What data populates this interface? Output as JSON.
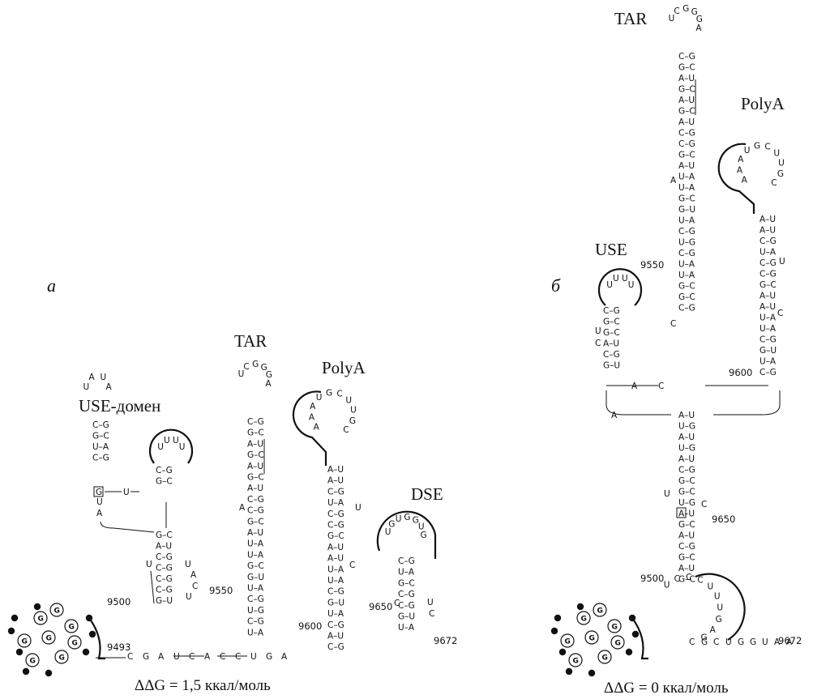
{
  "panels": [
    {
      "id": "a",
      "panel_label": "а",
      "labels": {
        "use": "USE-домен",
        "tar": "TAR",
        "polya": "PolyA",
        "dse": "DSE"
      },
      "positions": [
        "9493",
        "9500",
        "9550",
        "9600",
        "9650",
        "9672"
      ],
      "free_energy": "ΔΔG = 1,5 ккал/моль",
      "stems": {
        "use_hairpin": [
          "C–G",
          "G–C",
          "U–A",
          "C–G"
        ],
        "use_loop": [
          "U",
          "A",
          "U",
          "A"
        ],
        "use_small_loop": [
          "U",
          "U",
          "U",
          "U"
        ],
        "use_small_stem": [
          "C–G",
          "G–C"
        ],
        "use_lower": [
          "G–C",
          "A–U",
          "C–G",
          "C–G",
          "C–G",
          "C–G",
          "G–U"
        ],
        "tar_loop": [
          "U",
          "C",
          "G",
          "G",
          "G",
          "A"
        ],
        "tar_stem": [
          "C–G",
          "G–C",
          "A–U",
          "G–C",
          "A–U",
          "G–C",
          "A–U",
          "C–G",
          "C–G",
          "G–C",
          "A–U",
          "U–A",
          "U–A",
          "G–C",
          "G–U",
          "U–A",
          "C–G",
          "U–G",
          "C–G",
          "U–A"
        ],
        "polya_loop": [
          "A",
          "A",
          "A",
          "U",
          "G",
          "C",
          "U",
          "U",
          "G",
          "C"
        ],
        "polya_stem": [
          "A–U",
          "A–U",
          "C–G",
          "U–A",
          "C–G",
          "C–G",
          "G–C",
          "A–U",
          "A–U",
          "U–A",
          "U–A",
          "C–G",
          "G–U",
          "U–A",
          "C–G",
          "A–U",
          "C–G"
        ],
        "dse_loop": [
          "U",
          "G",
          "U",
          "G",
          "G",
          "U",
          "G"
        ],
        "dse_stem": [
          "C–G",
          "U–A",
          "G–C",
          "C–G",
          "C–G",
          "G–U",
          "U–A"
        ]
      },
      "baseline": [
        "C",
        "G",
        "A",
        "U",
        "C",
        "A",
        "C",
        "C",
        "U",
        "G",
        "A"
      ]
    },
    {
      "id": "b",
      "panel_label": "б",
      "labels": {
        "use": "USE",
        "tar": "TAR",
        "polya": "PolyA"
      },
      "positions": [
        "9500",
        "9550",
        "9600",
        "9650",
        "9672"
      ],
      "free_energy": "ΔΔG = 0 ккал/моль",
      "stems": {
        "tar_loop": [
          "U",
          "C",
          "G",
          "G",
          "G",
          "A"
        ],
        "tar_stem": [
          "C–G",
          "G–C",
          "A–U",
          "G–C",
          "A–U",
          "G–C",
          "A–U",
          "C–G",
          "C–G",
          "G–C",
          "A–U",
          "U–A",
          "U–A",
          "G–C",
          "G–U",
          "U–A",
          "C–G",
          "U–G",
          "C–G",
          "U–A",
          "U–A",
          "G–C",
          "G–C",
          "C–G"
        ],
        "polya_loop": [
          "A",
          "A",
          "A",
          "U",
          "G",
          "C",
          "U",
          "U",
          "G",
          "C"
        ],
        "polya_stem": [
          "A–U",
          "A–U",
          "C–G",
          "U–A",
          "C–G",
          "C–G",
          "G–C",
          "A–U",
          "A–U",
          "U–A",
          "U–A",
          "C–G",
          "G–U",
          "U–A",
          "C–G"
        ],
        "use_loop": [
          "U",
          "U",
          "U",
          "U"
        ],
        "use_stem": [
          "C–G",
          "G–C",
          "G–C",
          "A–U",
          "C–G",
          "G–U"
        ],
        "central_stem": [
          "A–U",
          "U–G",
          "A–U",
          "U–G",
          "A–U",
          "C–G",
          "G–C",
          "G–C",
          "U–G",
          "A–U",
          "G–C",
          "A–U",
          "C–G",
          "G–C",
          "A–U",
          "G–C"
        ],
        "bulge_loop": [
          "U",
          "C",
          "C",
          "C",
          "U",
          "U",
          "U",
          "G",
          "A",
          "G"
        ]
      },
      "baseline": [
        "C",
        "G",
        "C",
        "U",
        "G",
        "G",
        "U",
        "A",
        "A"
      ]
    }
  ]
}
